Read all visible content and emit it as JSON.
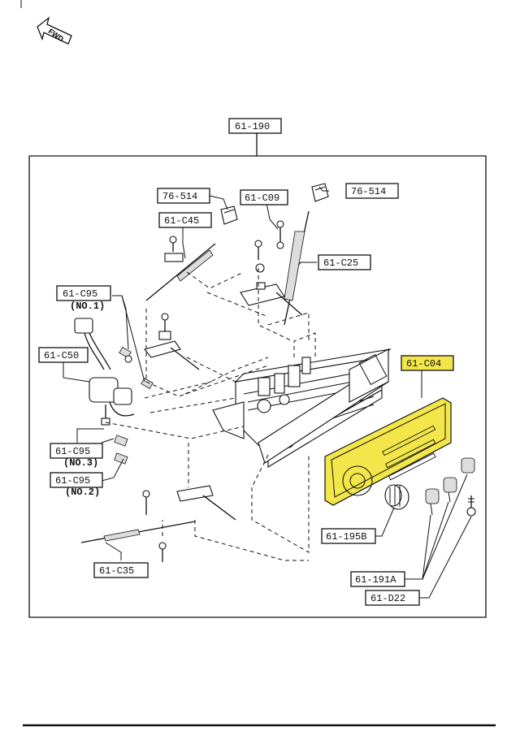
{
  "direction_marker": {
    "text": "FWD",
    "icon": "forward-arrow-icon"
  },
  "assembly_label": "61-190",
  "highlight_color": "#f2e64a",
  "callouts": {
    "c76514_left": "76-514",
    "c61c09": "61-C09",
    "c76514_right": "76-514",
    "c61c45": "61-C45",
    "c61c25": "61-C25",
    "c61c95_no1": "61-C95",
    "no1": "(NO.1)",
    "c61c50": "61-C50",
    "c61c04": "61-C04",
    "c61c95_no3": "61-C95",
    "no3": "(NO.3)",
    "c61c95_no2": "61-C95",
    "no2": "(NO.2)",
    "c61195b": "61-195B",
    "c61c35": "61-C35",
    "c61191a": "61-191A",
    "c61d22": "61-D22"
  }
}
